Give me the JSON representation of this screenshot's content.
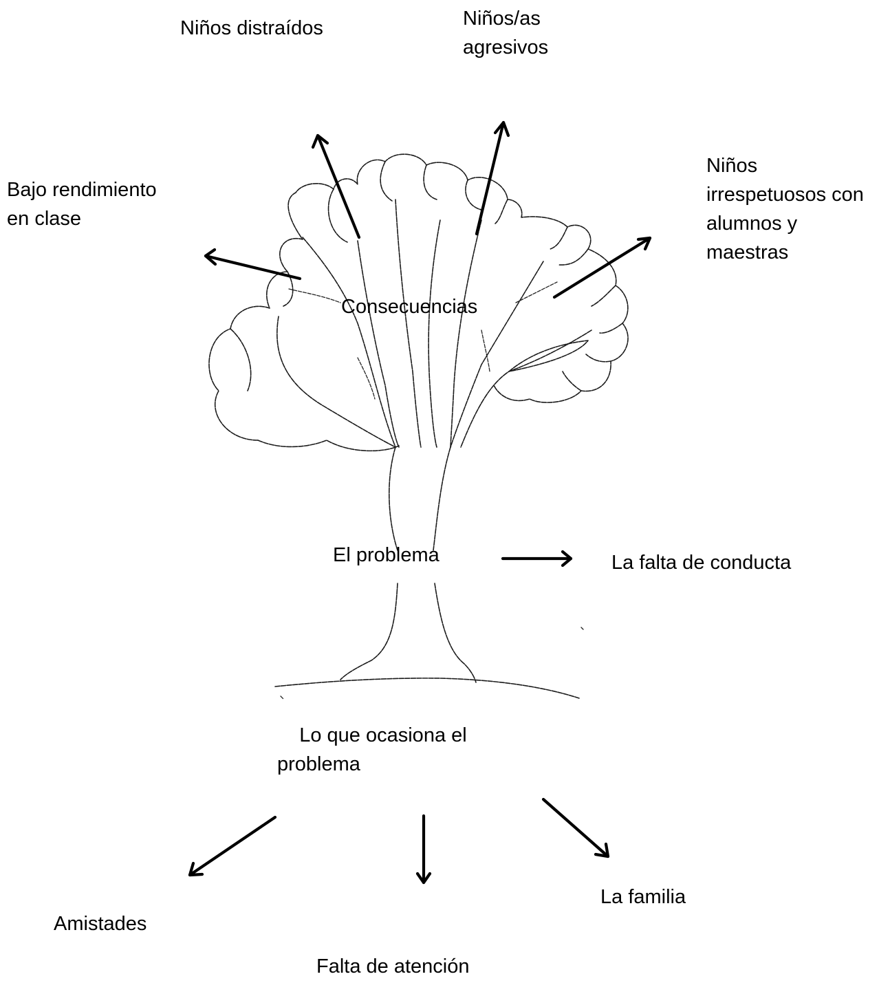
{
  "consequences": {
    "distracted": "Niños distraídos",
    "aggressive": "Niños/as\nagresivos",
    "low_performance": "Bajo rendimiento\nen clase",
    "disrespectful": "Niños\nirrespetuosos con\nalumnos y\nmaestras",
    "heading": "Consecuencias"
  },
  "problem": {
    "heading": "El problema",
    "value": "La falta de conducta"
  },
  "causes": {
    "heading": "    Lo que ocasiona el\nproblema",
    "friendships": "Amistades",
    "lack_attention": "Falta de atención",
    "family": "La familia"
  }
}
